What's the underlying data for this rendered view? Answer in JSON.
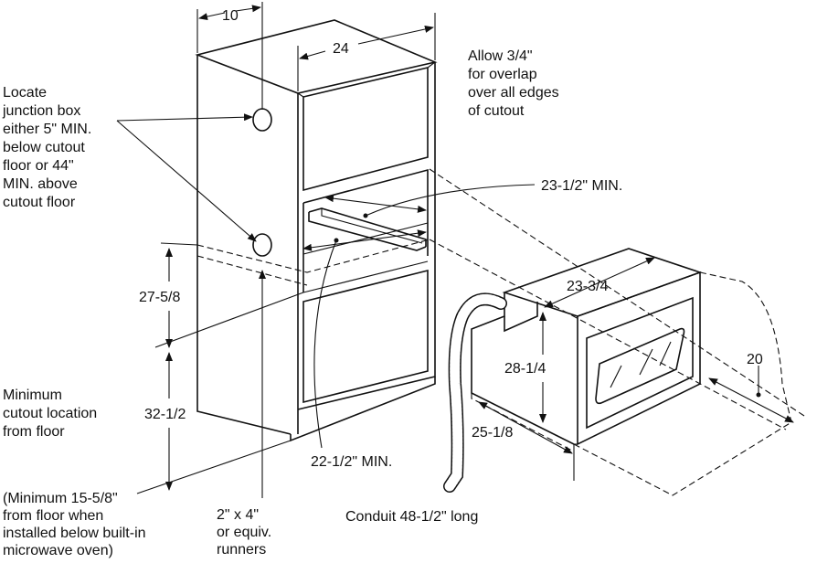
{
  "labels": {
    "dim_10": "10",
    "dim_24": "24",
    "allow_overlap": [
      "Allow 3/4\"",
      "for overlap",
      "over all edges",
      "of cutout"
    ],
    "junction_box": [
      "Locate",
      "junction box",
      "either 5\" MIN.",
      "below cutout",
      "floor or 44\"",
      "MIN. above",
      "cutout floor"
    ],
    "min_23_5": "23-1/2\" MIN.",
    "dim_27_5_8": "27-5/8",
    "dim_23_3_4": "23-3/4",
    "dim_28_1_4": "28-1/4",
    "dim_20": "20",
    "min_cutout": [
      "Minimum",
      "cutout location",
      "from floor"
    ],
    "dim_32_1_2": "32-1/2",
    "dim_25_1_8": "25-1/8",
    "min_22_5": "22-1/2\" MIN.",
    "minimum_15": [
      "(Minimum 15-5/8\"",
      "from floor when",
      "installed below built-in",
      "microwave oven)"
    ],
    "runners": [
      "2\" x 4\"",
      "or equiv.",
      "runners"
    ],
    "conduit": "Conduit 48-1/2\" long"
  }
}
